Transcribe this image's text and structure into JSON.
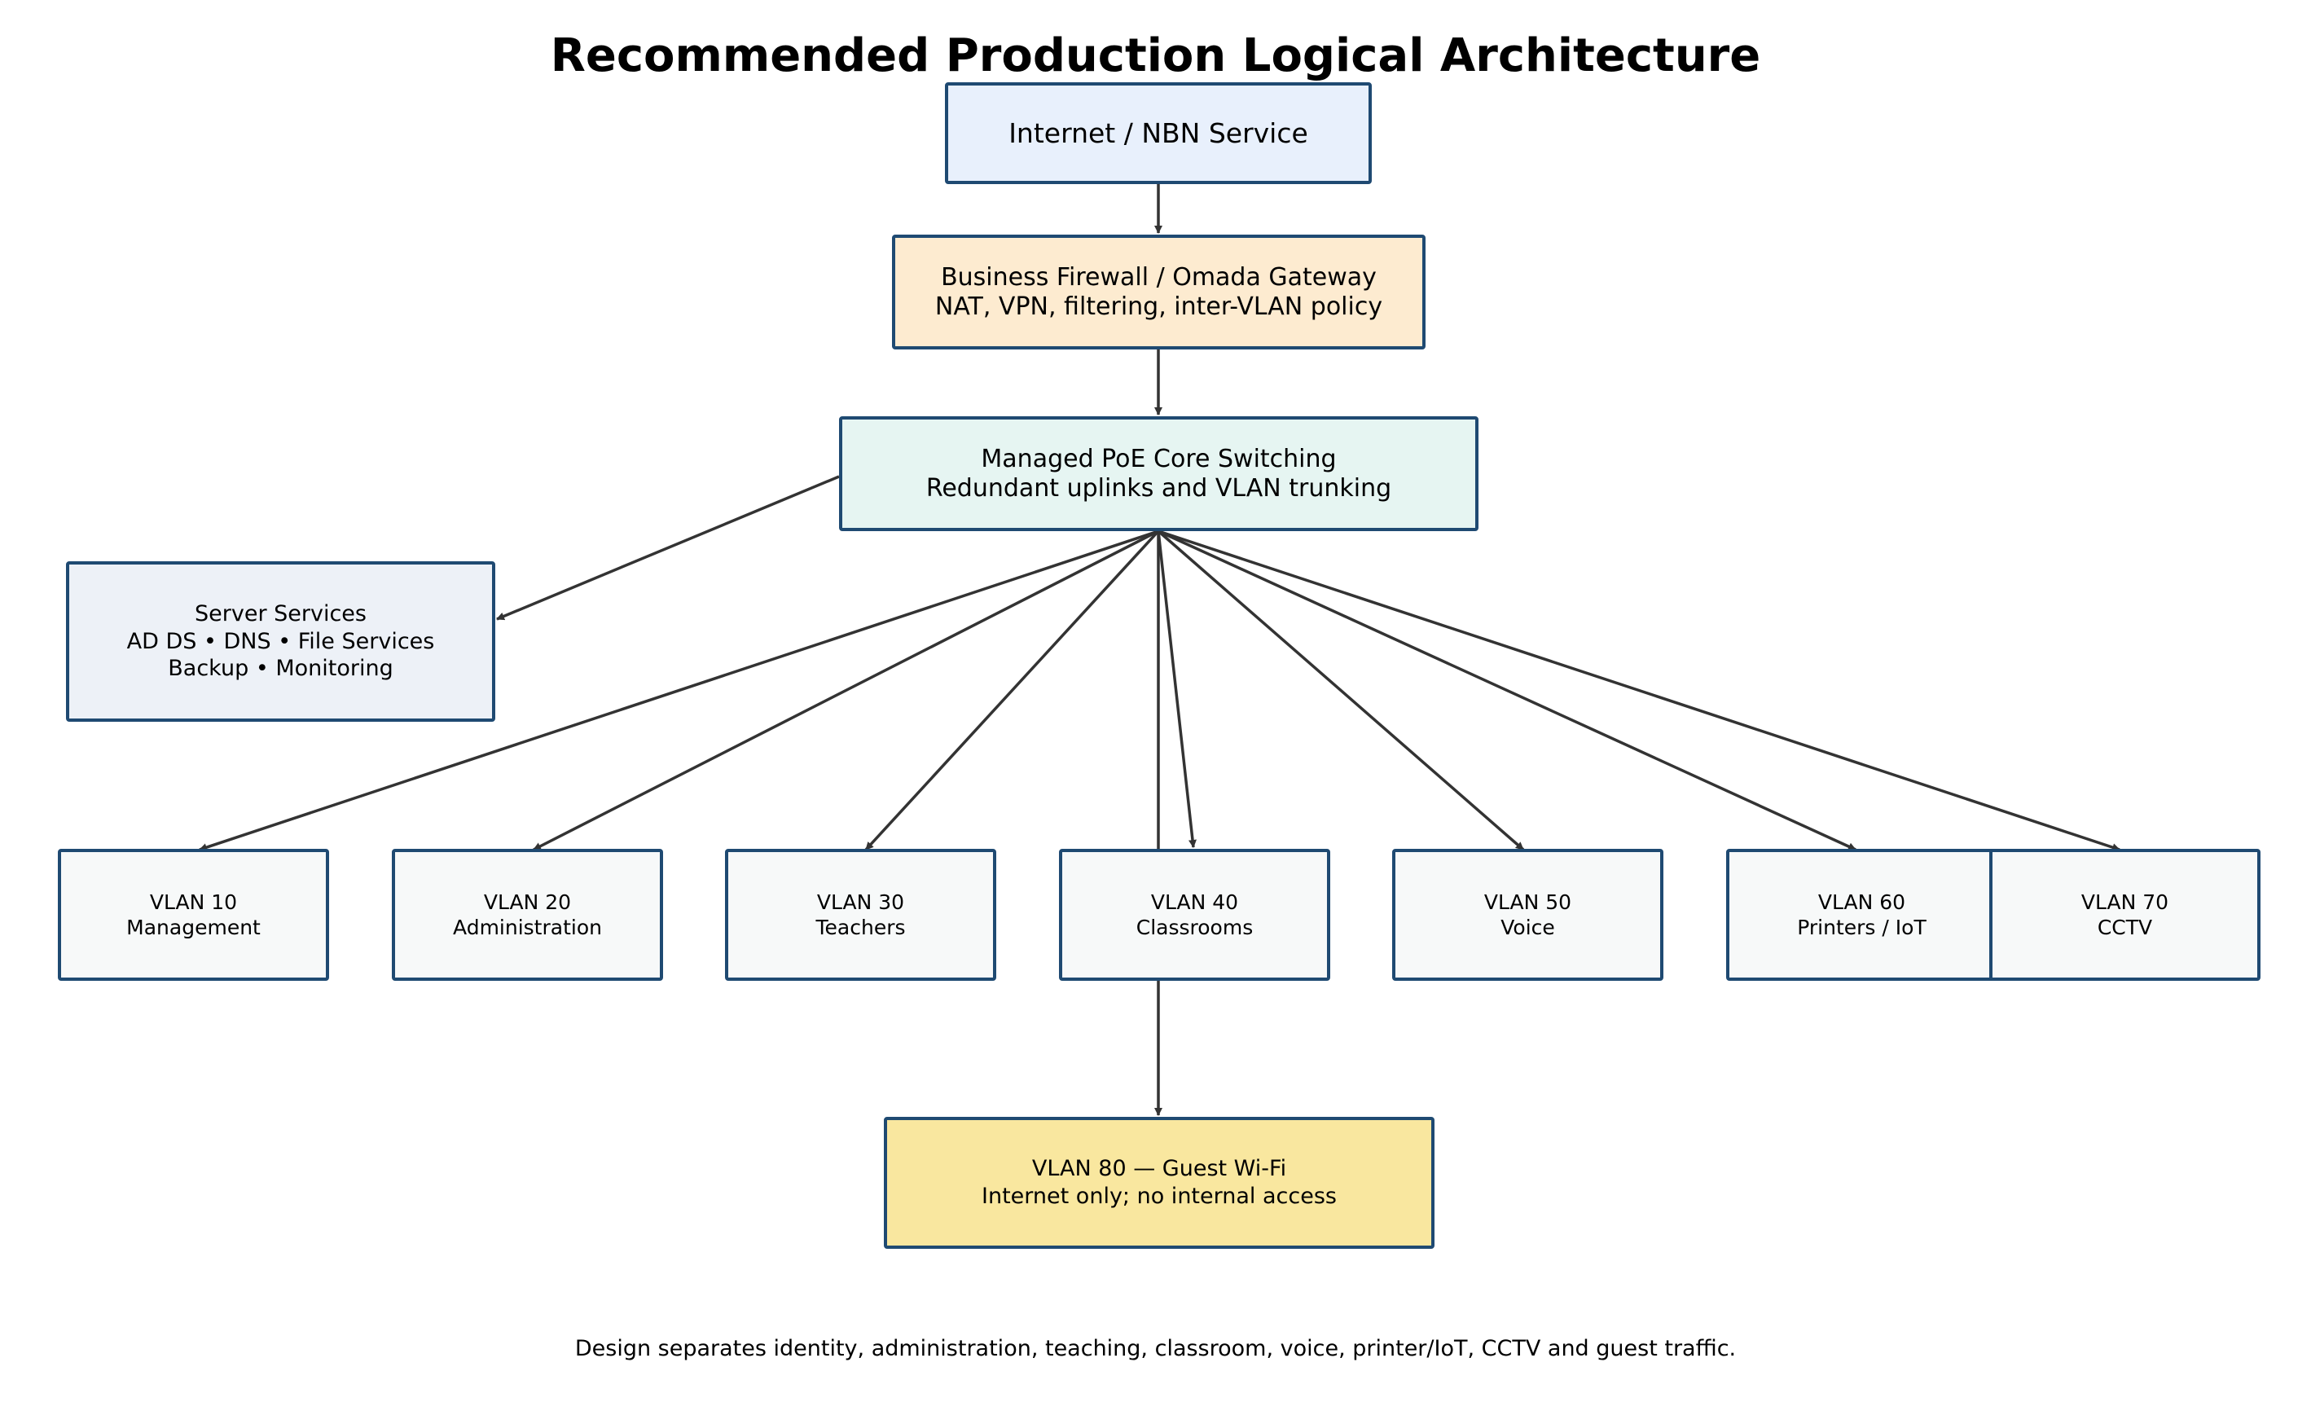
{
  "title": "Recommended Production Logical Architecture",
  "colors": {
    "border": "#1f4a72",
    "arrow": "#333333",
    "internet_fill": "#e8f0fc",
    "firewall_fill": "#fdebd0",
    "core_fill": "#e6f5f2",
    "server_fill": "#edf1f7",
    "vlan_fill": "#f7f9f9",
    "guest_fill": "#f9e79f"
  },
  "nodes": {
    "internet": {
      "lines": [
        "Internet / NBN Service"
      ]
    },
    "firewall": {
      "lines": [
        "Business Firewall / Omada Gateway",
        "NAT, VPN, filtering, inter-VLAN policy"
      ]
    },
    "core": {
      "lines": [
        "Managed PoE Core Switching",
        "Redundant uplinks and VLAN trunking"
      ]
    },
    "server": {
      "lines": [
        "Server Services",
        "AD DS • DNS • File Services",
        "Backup • Monitoring"
      ]
    },
    "vlans": [
      {
        "lines": [
          "VLAN 10",
          "Management"
        ]
      },
      {
        "lines": [
          "VLAN 20",
          "Administration"
        ]
      },
      {
        "lines": [
          "VLAN 30",
          "Teachers"
        ]
      },
      {
        "lines": [
          "VLAN 40",
          "Classrooms"
        ]
      },
      {
        "lines": [
          "VLAN 50",
          "Voice"
        ]
      },
      {
        "lines": [
          "VLAN 60",
          "Printers / IoT"
        ]
      },
      {
        "lines": [
          "VLAN 70",
          "CCTV"
        ]
      }
    ],
    "guest": {
      "lines": [
        "VLAN 80 — Guest Wi-Fi",
        "Internet only; no internal access"
      ]
    }
  },
  "footer": "Design separates identity, administration, teaching, classroom, voice, printer/IoT, CCTV and guest traffic."
}
